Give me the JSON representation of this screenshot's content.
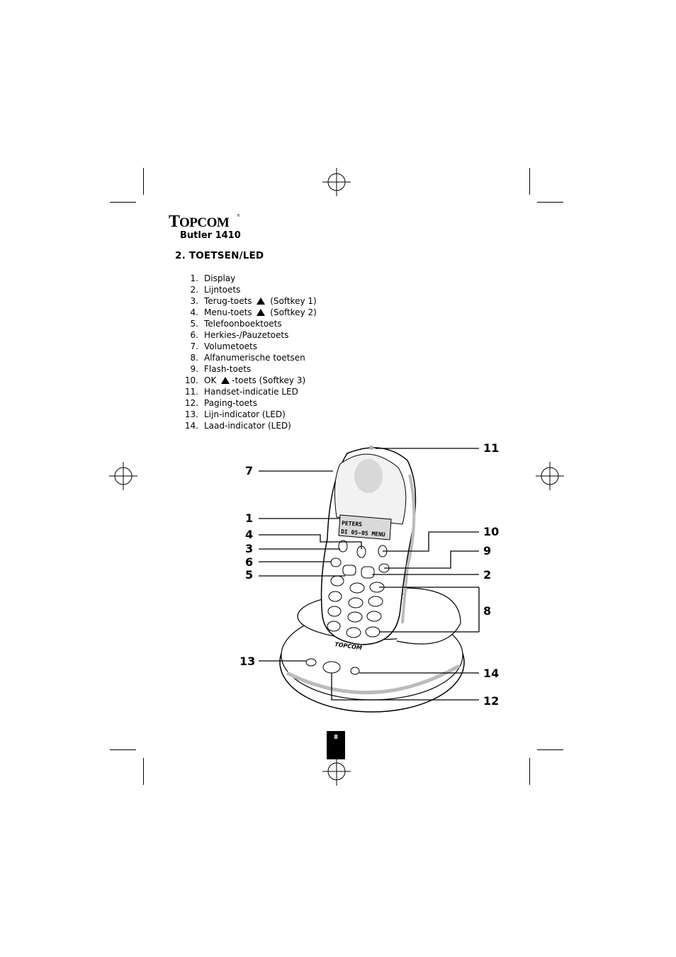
{
  "brand": {
    "logo_text": "TOPCOM",
    "model": "Butler 1410"
  },
  "section": {
    "heading": "2.  TOETSEN/LED"
  },
  "items": [
    {
      "num": "1.",
      "before": "Display",
      "icon": false,
      "after": ""
    },
    {
      "num": "2.",
      "before": "Lijntoets",
      "icon": false,
      "after": ""
    },
    {
      "num": "3.",
      "before": "Terug-toets ",
      "icon": true,
      "after": " (Softkey 1)"
    },
    {
      "num": "4.",
      "before": "Menu-toets ",
      "icon": true,
      "after": " (Softkey 2)"
    },
    {
      "num": "5.",
      "before": "Telefoonboektoets",
      "icon": false,
      "after": ""
    },
    {
      "num": "6.",
      "before": "Herkies-/Pauzetoets",
      "icon": false,
      "after": ""
    },
    {
      "num": "7.",
      "before": "Volumetoets",
      "icon": false,
      "after": ""
    },
    {
      "num": "8.",
      "before": "Alfanumerische toetsen",
      "icon": false,
      "after": ""
    },
    {
      "num": "9.",
      "before": "Flash-toets",
      "icon": false,
      "after": ""
    },
    {
      "num": "10.",
      "before": "OK ",
      "icon": true,
      "after": "-toets (Softkey 3)"
    },
    {
      "num": "11.",
      "before": "Handset-indicatie LED",
      "icon": false,
      "after": ""
    },
    {
      "num": "12.",
      "before": "Paging-toets",
      "icon": false,
      "after": ""
    },
    {
      "num": "13.",
      "before": "Lijn-indicator (LED)",
      "icon": false,
      "after": ""
    },
    {
      "num": "14.",
      "before": "Laad-indicator (LED)",
      "icon": false,
      "after": ""
    }
  ],
  "diagram": {
    "callouts": [
      "1",
      "2",
      "3",
      "4",
      "5",
      "6",
      "7",
      "8",
      "9",
      "10",
      "11",
      "12",
      "13",
      "14"
    ],
    "display_lines": [
      "PETERS",
      "DI 05-05 MENU"
    ],
    "base_brand": "TOPCOM"
  },
  "page": {
    "number": "8"
  }
}
